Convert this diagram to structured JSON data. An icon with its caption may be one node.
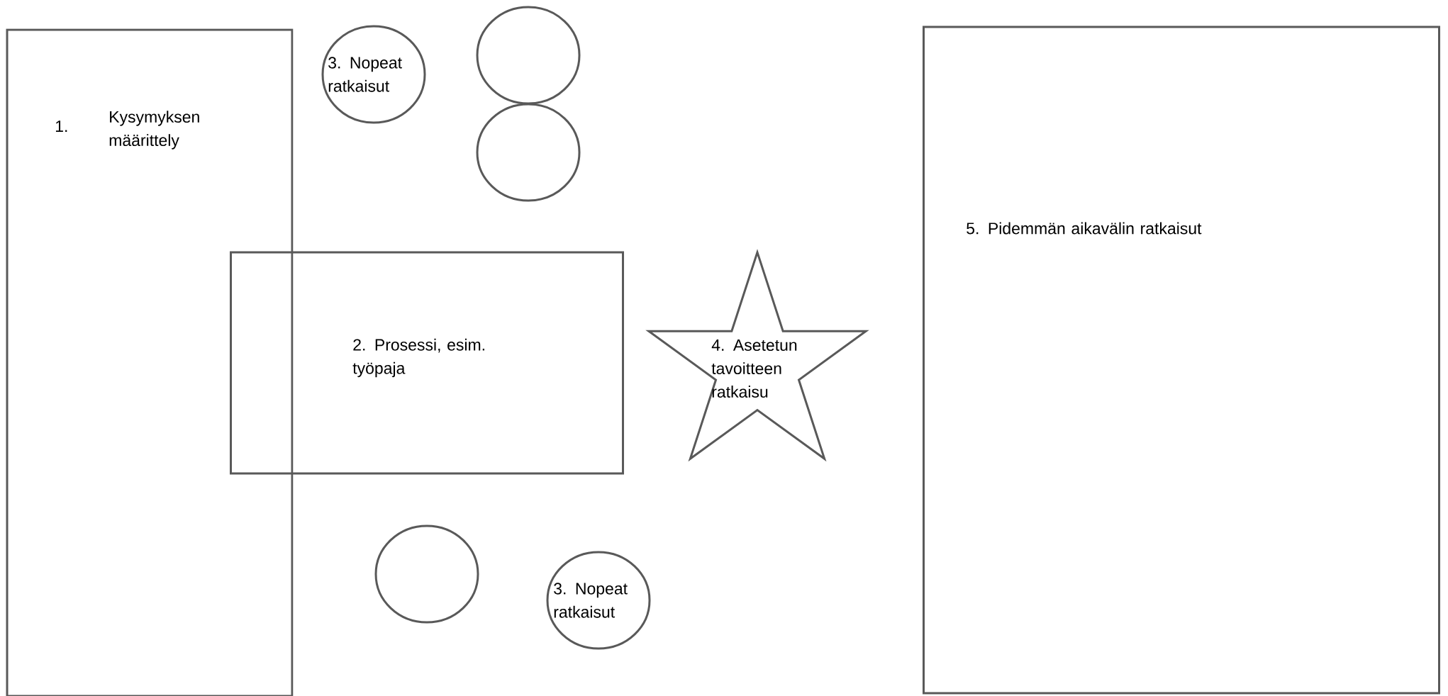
{
  "diagram": {
    "nodes": [
      {
        "text": [
          "1.",
          "Kysymyksen määrittely"
        ]
      },
      {
        "text": [
          "3. Nopeat ratkaisut"
        ]
      },
      {
        "text": [],
        "shape": "circle"
      },
      {
        "text": [],
        "shape": "circle"
      },
      {
        "text": [
          "2. Prosessi, esim. työpaja"
        ]
      },
      {
        "text": [
          "4. Asetetun tavoitteen ratkaisu"
        ]
      },
      {
        "text": [],
        "shape": "circle"
      },
      {
        "text": [
          "3. Nopeat ratkaisut"
        ]
      },
      {
        "text": [
          "5. Pidemmän aikavälin ratkaisut"
        ]
      }
    ]
  }
}
